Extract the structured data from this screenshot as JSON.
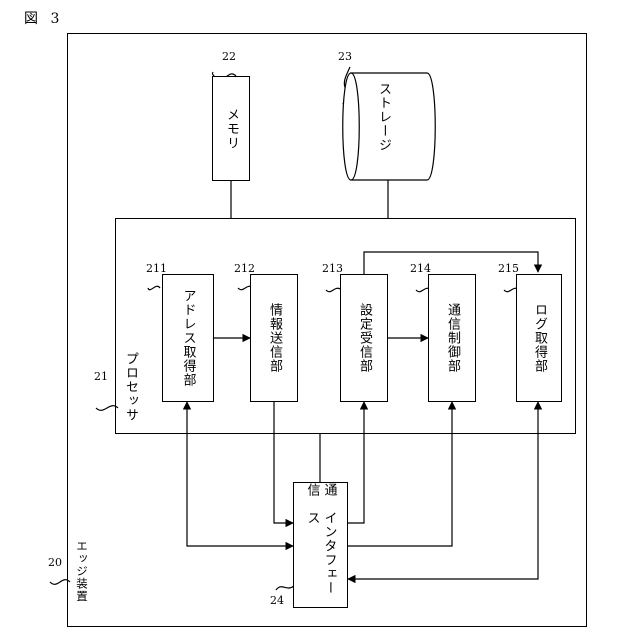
{
  "figure": {
    "title": "図 3"
  },
  "device": {
    "label": "エッジ装置",
    "ref": "20"
  },
  "memory": {
    "label": "メモリ",
    "ref": "22"
  },
  "storage": {
    "label": "ストレージ",
    "ref": "23"
  },
  "processor": {
    "label": "プロセッサ",
    "ref": "21",
    "units": [
      {
        "ref": "211",
        "line1": "アドレス",
        "line2": "取得部"
      },
      {
        "ref": "212",
        "label": "情報送信部"
      },
      {
        "ref": "213",
        "label": "設定受信部"
      },
      {
        "ref": "214",
        "label": "通信制御部"
      },
      {
        "ref": "215",
        "label": "ログ取得部"
      }
    ]
  },
  "comm_if": {
    "line1": "通信",
    "line2": "インタフェース",
    "ref": "24"
  }
}
